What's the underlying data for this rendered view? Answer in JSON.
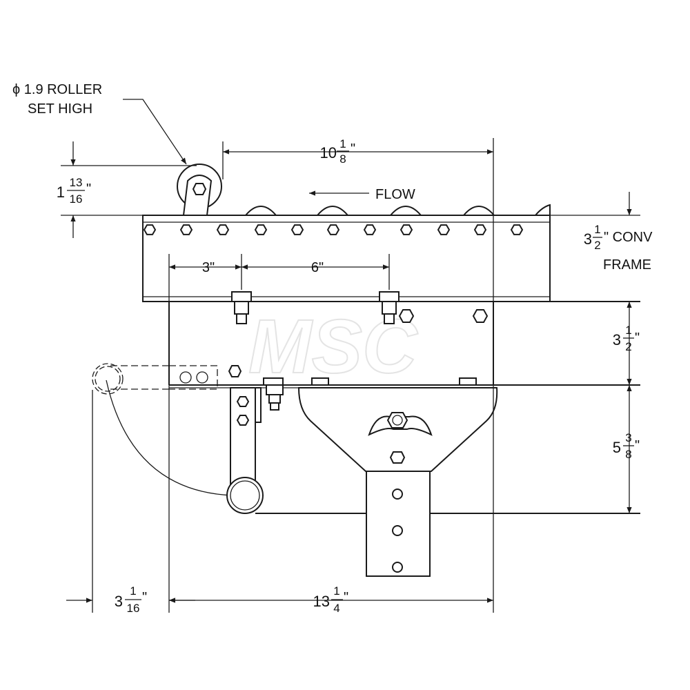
{
  "watermark": "MSC",
  "roller_note": {
    "line1": "ϕ 1.9 ROLLER",
    "line2": "SET HIGH"
  },
  "flow_label": "FLOW",
  "frame_note": {
    "line2": "FRAME"
  },
  "dimensions": {
    "top_span": {
      "whole": "10",
      "num": "1",
      "den": "8",
      "unit": "\""
    },
    "roller_height": {
      "whole": "1",
      "num": "13",
      "den": "16",
      "unit": "\""
    },
    "conv_frame": {
      "whole": "3",
      "num": "1",
      "den": "2",
      "unit": "\" CONV"
    },
    "spacing_a": {
      "label": "3\""
    },
    "spacing_b": {
      "label": "6\""
    },
    "mid_height": {
      "whole": "3",
      "num": "1",
      "den": "2",
      "unit": "\""
    },
    "lower_height": {
      "whole": "5",
      "num": "3",
      "den": "8",
      "unit": "\""
    },
    "left_offset": {
      "whole": "3",
      "num": "1",
      "den": "16",
      "unit": "\""
    },
    "bottom_span": {
      "whole": "13",
      "num": "1",
      "den": "4",
      "unit": "\""
    }
  }
}
